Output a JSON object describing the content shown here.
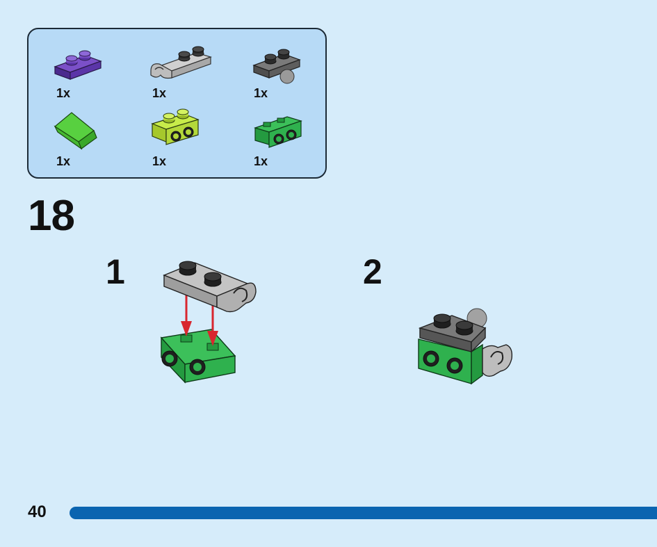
{
  "parts_list": [
    {
      "name": "purple-plate-1x2",
      "quantity": "1x",
      "color": "#6a3fb4"
    },
    {
      "name": "light-gray-plate-clip",
      "quantity": "1x",
      "color": "#b8b8b8"
    },
    {
      "name": "dark-gray-plate-ball",
      "quantity": "1x",
      "color": "#6e6e6e"
    },
    {
      "name": "green-slope",
      "quantity": "1x",
      "color": "#4cc43a"
    },
    {
      "name": "lime-bracket",
      "quantity": "1x",
      "color": "#b8e03a"
    },
    {
      "name": "green-bracket",
      "quantity": "1x",
      "color": "#2fb14e"
    }
  ],
  "step": {
    "number": "18"
  },
  "substeps": [
    {
      "number": "1"
    },
    {
      "number": "2"
    }
  ],
  "page": {
    "number": "40"
  },
  "colors": {
    "background": "#d6ecfa",
    "parts_box": "#b7daf6",
    "progress_bar": "#0a64b0",
    "arrow": "#d8262f"
  }
}
